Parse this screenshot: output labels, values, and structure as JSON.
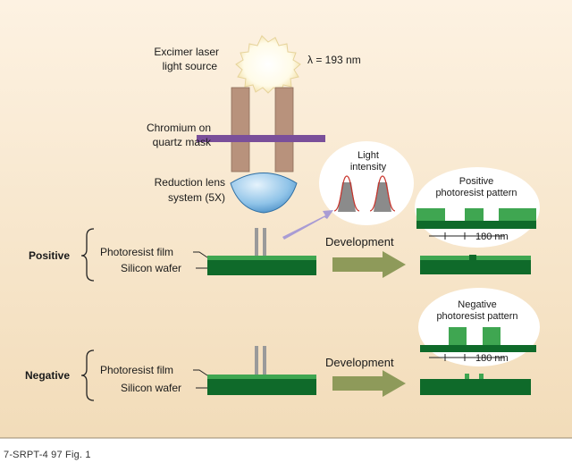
{
  "colors": {
    "panel_top": "#fdf2e2",
    "panel_bottom": "#f2dcb9",
    "mask_bar": "#7a4f9a",
    "pillar": "#b8927c",
    "wafer_dark": "#0f6a2a",
    "resist_light": "#3fa651",
    "lens": "#7fb6e0",
    "arrow": "#8e9a5a",
    "beam_gray": "#8b8b8b",
    "curve_red": "#c8322a"
  },
  "labels": {
    "excimer_line1": "Excimer laser",
    "excimer_line2": "light source",
    "wavelength": "λ = 193 nm",
    "mask_line1": "Chromium on",
    "mask_line2": "quartz mask",
    "lens_line1": "Reduction lens",
    "lens_line2": "system (5X)",
    "light_line1": "Light",
    "light_line2": "intensity",
    "positive": "Positive",
    "negative": "Negative",
    "photoresist_film": "Photoresist film",
    "silicon_wafer": "Silicon wafer",
    "development": "Development",
    "pos_pattern_line1": "Positive",
    "pos_pattern_line2": "photoresist pattern",
    "neg_pattern_line1": "Negative",
    "neg_pattern_line2": "photoresist pattern",
    "dimension": "180 nm"
  },
  "caption": "7-SRPT-4 97 Fig. 1"
}
